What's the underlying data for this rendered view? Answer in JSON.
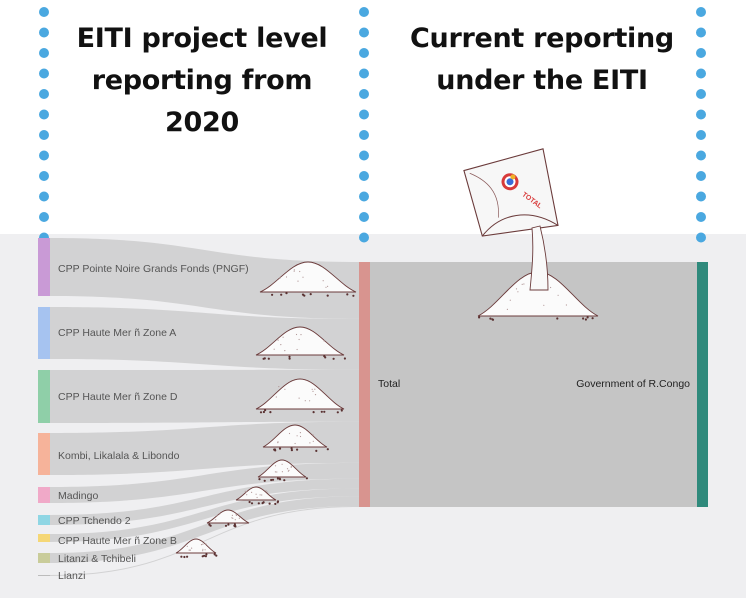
{
  "headings": {
    "left": [
      "EITI project level",
      "reporting from",
      "2020"
    ],
    "right": [
      "Current reporting",
      "under the EITI"
    ]
  },
  "bag_brand": "TOTAL",
  "sankey": {
    "sources": [
      {
        "label": "CPP Pointe Noire Grands Fonds (PNGF)",
        "color": "#c99ad6",
        "share": 1.0
      },
      {
        "label": "CPP Haute Mer ñ Zone A",
        "color": "#a6c3f0",
        "share": 0.88
      },
      {
        "label": "CPP Haute Mer ñ Zone D",
        "color": "#8fcfa8",
        "share": 0.88
      },
      {
        "label": "Kombi, Likalala & Libondo",
        "color": "#f6b39a",
        "share": 0.72
      },
      {
        "label": "Madingo",
        "color": "#f0a9c8",
        "share": 0.28
      },
      {
        "label": "CPP Tchendo 2",
        "color": "#8fd6e4",
        "share": 0.18
      },
      {
        "label": "CPP Haute Mer ñ Zone B",
        "color": "#f5d776",
        "share": 0.14
      },
      {
        "label": "Litanzi & Tchibeli",
        "color": "#c9cc9a",
        "share": 0.12
      },
      {
        "label": "Lianzi",
        "color": "#bcbcbc",
        "share": 0.02
      }
    ],
    "middle": {
      "label": "Total",
      "color": "#d8948f"
    },
    "target": {
      "label": "Government of R.Congo",
      "color": "#2f8a7c"
    }
  },
  "colors": {
    "dots": "#4aa8e0",
    "flow": "#c8c8c8",
    "panel": "#efeff1"
  }
}
